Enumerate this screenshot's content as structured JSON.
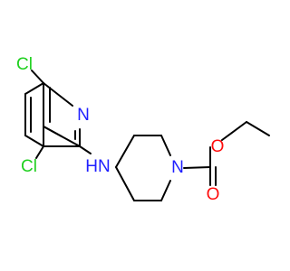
{
  "molecule": {
    "atoms": [
      {
        "id": "cl_top",
        "label": "Cl",
        "color": "#1fd01f"
      },
      {
        "id": "n_pyridine",
        "label": "N",
        "color": "#2020ff"
      },
      {
        "id": "cl_bottom",
        "label": "Cl",
        "color": "#1fd01f"
      },
      {
        "id": "nh_amine",
        "label": "HN",
        "color": "#2020ff"
      },
      {
        "id": "n_piperidine",
        "label": "N",
        "color": "#2020ff"
      },
      {
        "id": "o_ester",
        "label": "O",
        "color": "#ff0d0d"
      },
      {
        "id": "o_carbonyl",
        "label": "O",
        "color": "#ff0d0d"
      }
    ],
    "bond_color": "#000000"
  }
}
